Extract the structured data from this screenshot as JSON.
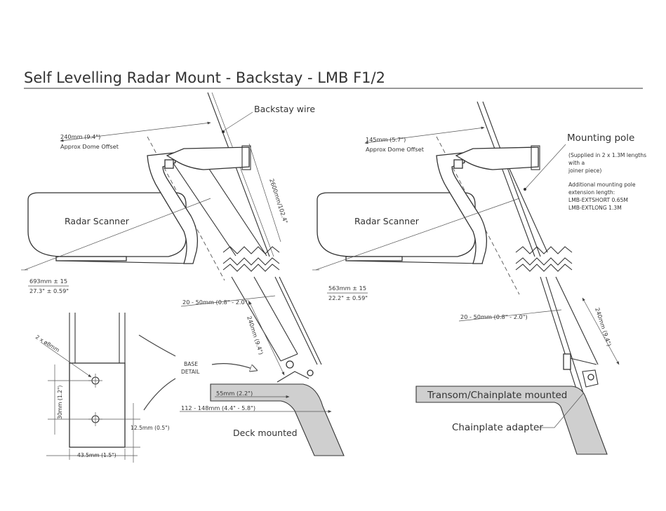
{
  "title": "Self Levelling Radar Mount - Backstay - LMB F1/2",
  "left": {
    "backstay_label": "Backstay wire",
    "dome_offset_value": "240mm (9.4\")",
    "dome_offset_caption": "Approx Dome Offset",
    "scanner_label": "Radar Scanner",
    "height_value": "693mm ± 15",
    "height_imperial": "27.3\" ± 0.59\"",
    "wire_length": "2600mm/102.4\"",
    "clamp_range": "20 - 50mm (0.8\" - 2.0\")",
    "clamp_span": "240mm (9.4\")",
    "base_detail_line1": "BASE",
    "base_detail_line2": "DETAIL",
    "deck_gap": "55mm (2.2\")",
    "deck_range": "112 - 148mm (4.4\" - 5.8\")",
    "deck_label": "Deck mounted"
  },
  "base": {
    "hole_dia": "2 x ø8mm",
    "hole_spacing": "30mm (1.2\")",
    "edge_offset": "12.5mm (0.5\")",
    "width": "43.5mm (1.5\")"
  },
  "right": {
    "dome_offset_value": "145mm (5.7\")",
    "dome_offset_caption": "Approx Dome Offset",
    "pole_label": "Mounting pole",
    "pole_note_1": "(Supplied in 2 x 1.3M lengths",
    "pole_note_2": "with a",
    "pole_note_3": "joiner piece)",
    "ext_note_1": "Additional mounting pole",
    "ext_note_2": "extension length:",
    "ext_note_3": "LMB-EXTSHORT 0.65M",
    "ext_note_4": "LMB-EXTLONG 1.3M",
    "scanner_label": "Radar Scanner",
    "height_value": "563mm ± 15",
    "height_imperial": "22.2\" ± 0.59\"",
    "clamp_range": "20 - 50mm (0.8\" - 2.0\")",
    "clamp_span": "240mm (9.4\")",
    "transom_label": "Transom/Chainplate mounted",
    "adapter_label": "Chainplate adapter"
  }
}
